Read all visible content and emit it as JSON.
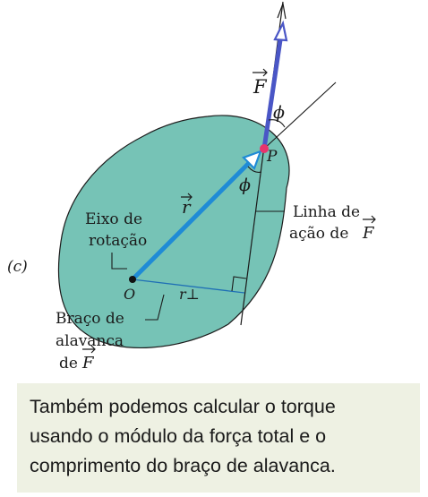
{
  "figure": {
    "panel_label": "(c)",
    "labels": {
      "force_symbol": "F",
      "angle_top": "ϕ",
      "angle_bottom": "ϕ",
      "point_p": "P",
      "position_symbol": "r",
      "origin": "O",
      "lever_arm_symbol": "r⊥",
      "axis_line1": "Eixo de",
      "axis_line2": "rotação",
      "action_line1": "Linha de",
      "action_line2": "ação de",
      "action_symbol": "F",
      "lever_line1": "Braço de",
      "lever_line2": "alavanca",
      "lever_line3": "de",
      "lever_symbol": "F"
    },
    "colors": {
      "body_fill": "#76c3b6",
      "body_stroke": "#1c1c1c",
      "force_vector": "#4a56c6",
      "position_vector": "#1f8bd6",
      "point_p": "#e8336d",
      "lines": "#1a1a1a"
    }
  },
  "caption": {
    "line1": "Também podemos calcular o torque",
    "line2": "usando o módulo da força total e o",
    "line3": "comprimento do braço de alavanca."
  }
}
